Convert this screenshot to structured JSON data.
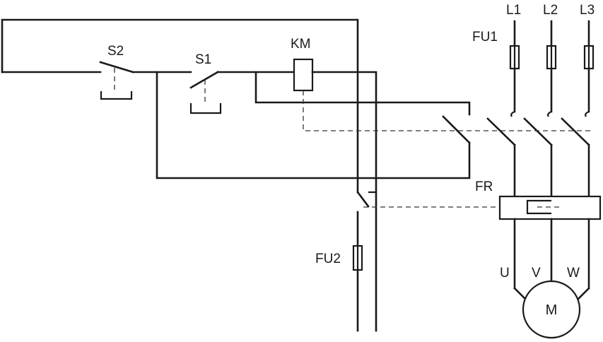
{
  "labels": {
    "l1": "L1",
    "l2": "L2",
    "l3": "L3",
    "fu1": "FU1",
    "fu2": "FU2",
    "s1": "S1",
    "s2": "S2",
    "km": "KM",
    "fr": "FR",
    "u": "U",
    "v": "V",
    "w": "W",
    "motor": "M"
  }
}
